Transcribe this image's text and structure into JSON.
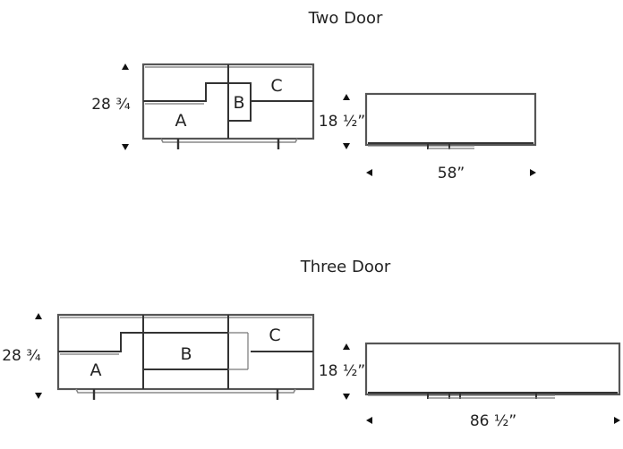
{
  "sections": {
    "two_door": {
      "title": "Two Door",
      "height_label": "28 ¾",
      "depth_label": "18 ½”",
      "width_label": "58”",
      "compartments": [
        "A",
        "B",
        "C"
      ]
    },
    "three_door": {
      "title": "Three Door",
      "height_label": "28 ¾",
      "depth_label": "18 ½”",
      "width_label": "86 ½”",
      "compartments": [
        "A",
        "B",
        "C"
      ]
    }
  }
}
